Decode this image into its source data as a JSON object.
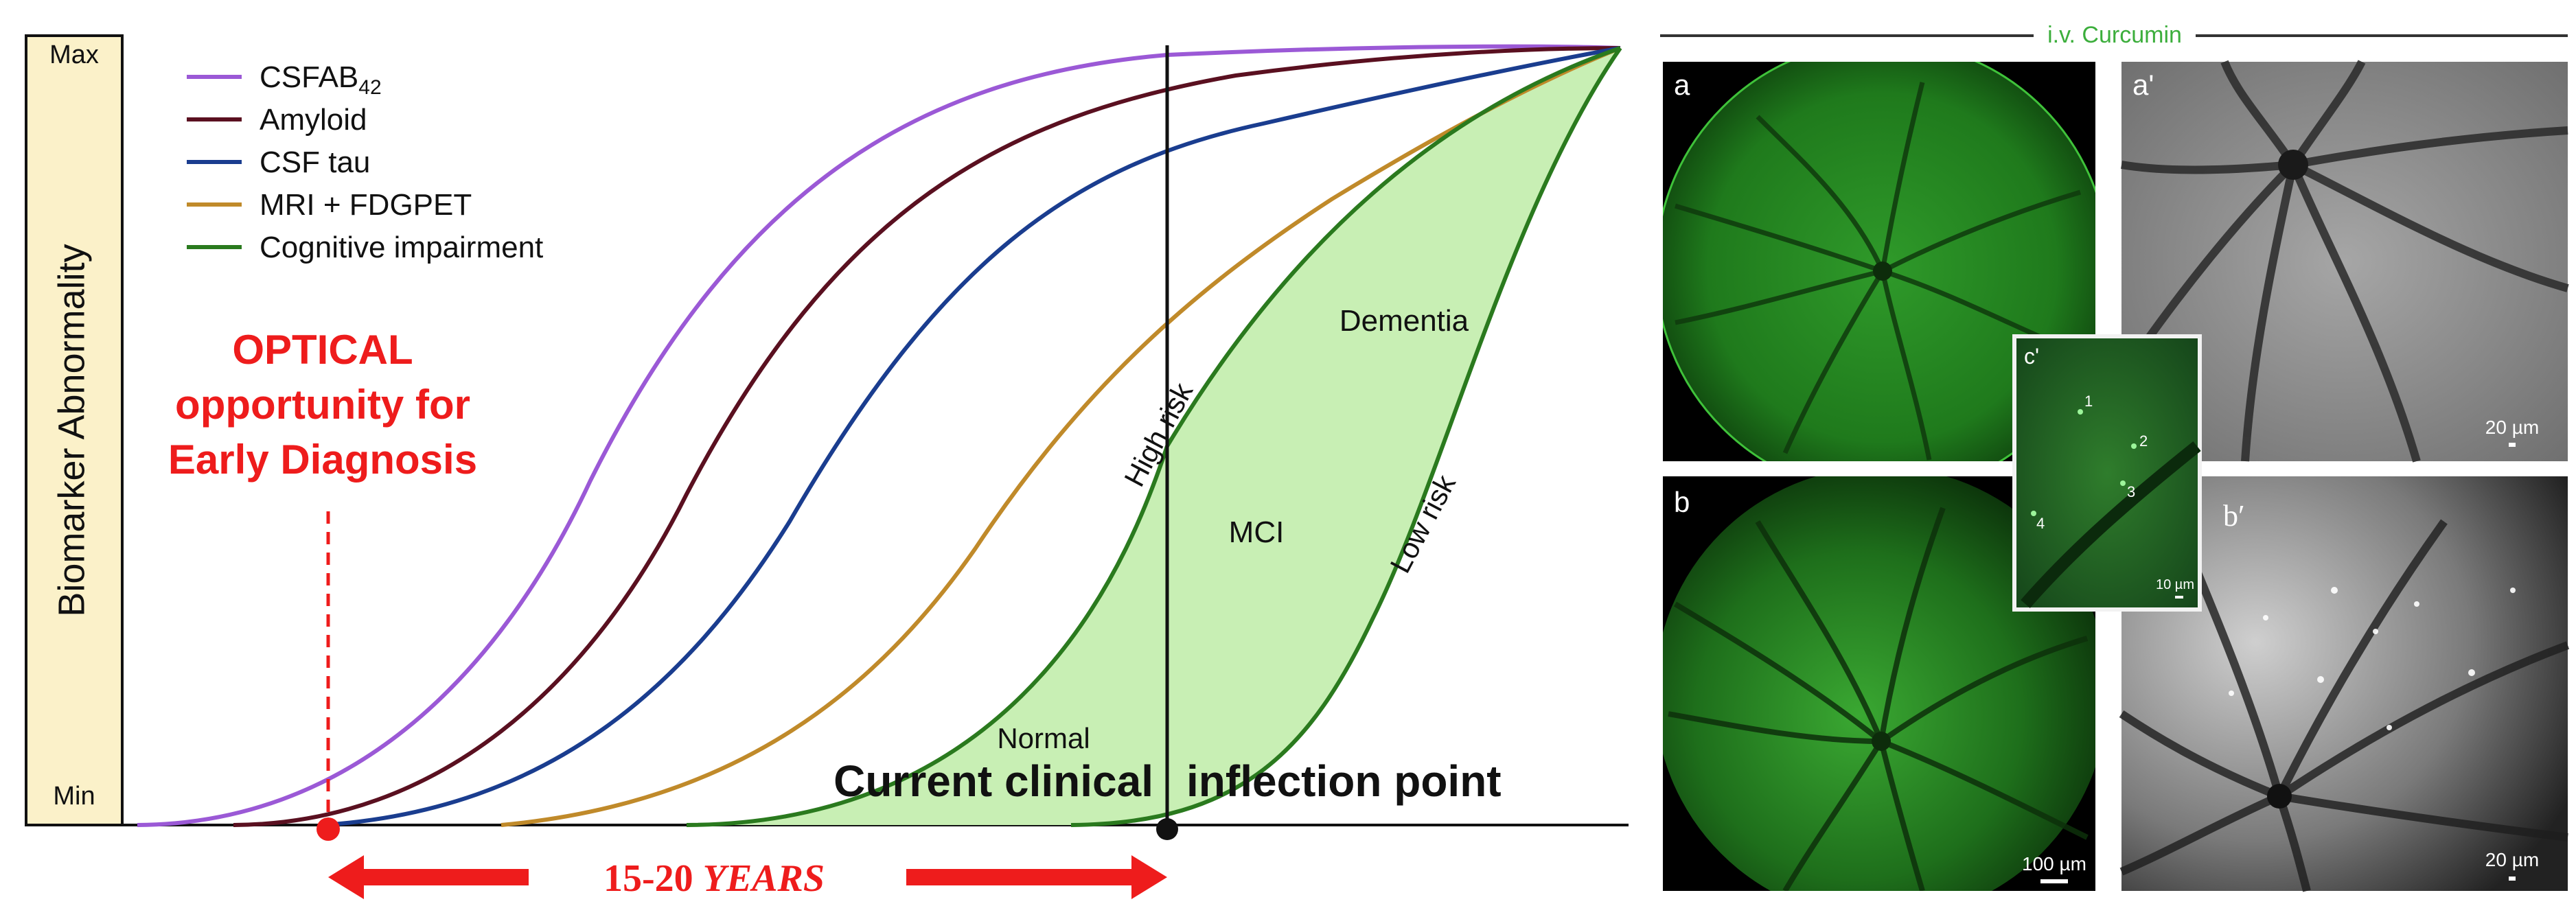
{
  "diagram": {
    "y_axis": {
      "label": "Biomarker Abnormality",
      "max_label": "Max",
      "min_label": "Min"
    },
    "legend": [
      {
        "label": "CSFAB",
        "subscript": "42",
        "color": "#9b59d6"
      },
      {
        "label": "Amyloid",
        "subscript": "",
        "color": "#5a1020"
      },
      {
        "label": "CSF tau",
        "subscript": "",
        "color": "#1a3d8f"
      },
      {
        "label": "MRI + FDGPET",
        "subscript": "",
        "color": "#c08a2a"
      },
      {
        "label": "Cognitive impairment",
        "subscript": "",
        "color": "#2a7a1e"
      }
    ],
    "optical_note": {
      "line1": "OPTICAL",
      "line2": "opportunity for",
      "line3": "Early Diagnosis",
      "color": "#ee1c1c"
    },
    "zone_labels": {
      "dementia": "Dementia",
      "mci": "MCI",
      "normal": "Normal",
      "high_risk": "High risk",
      "low_risk": "Low risk"
    },
    "inflection": {
      "part1": "Current clinical",
      "part2": "inflection point"
    },
    "timespan": {
      "prefix": "15-20 ",
      "suffix": "YEARS",
      "color": "#ee1c1c"
    },
    "region_fill": "#c8efb4"
  },
  "micrographs": {
    "header": "i.v. Curcumin",
    "header_color": "#3cae3c",
    "panels": [
      {
        "label": "a",
        "scale": ""
      },
      {
        "label": "a'",
        "scale": "20 µm"
      },
      {
        "label": "b",
        "scale": "100 µm"
      },
      {
        "label": "b′",
        "scale": "20 µm"
      },
      {
        "label": "c'",
        "scale": "10 µm"
      }
    ],
    "inset_markers": [
      "1",
      "2",
      "3",
      "4"
    ]
  }
}
